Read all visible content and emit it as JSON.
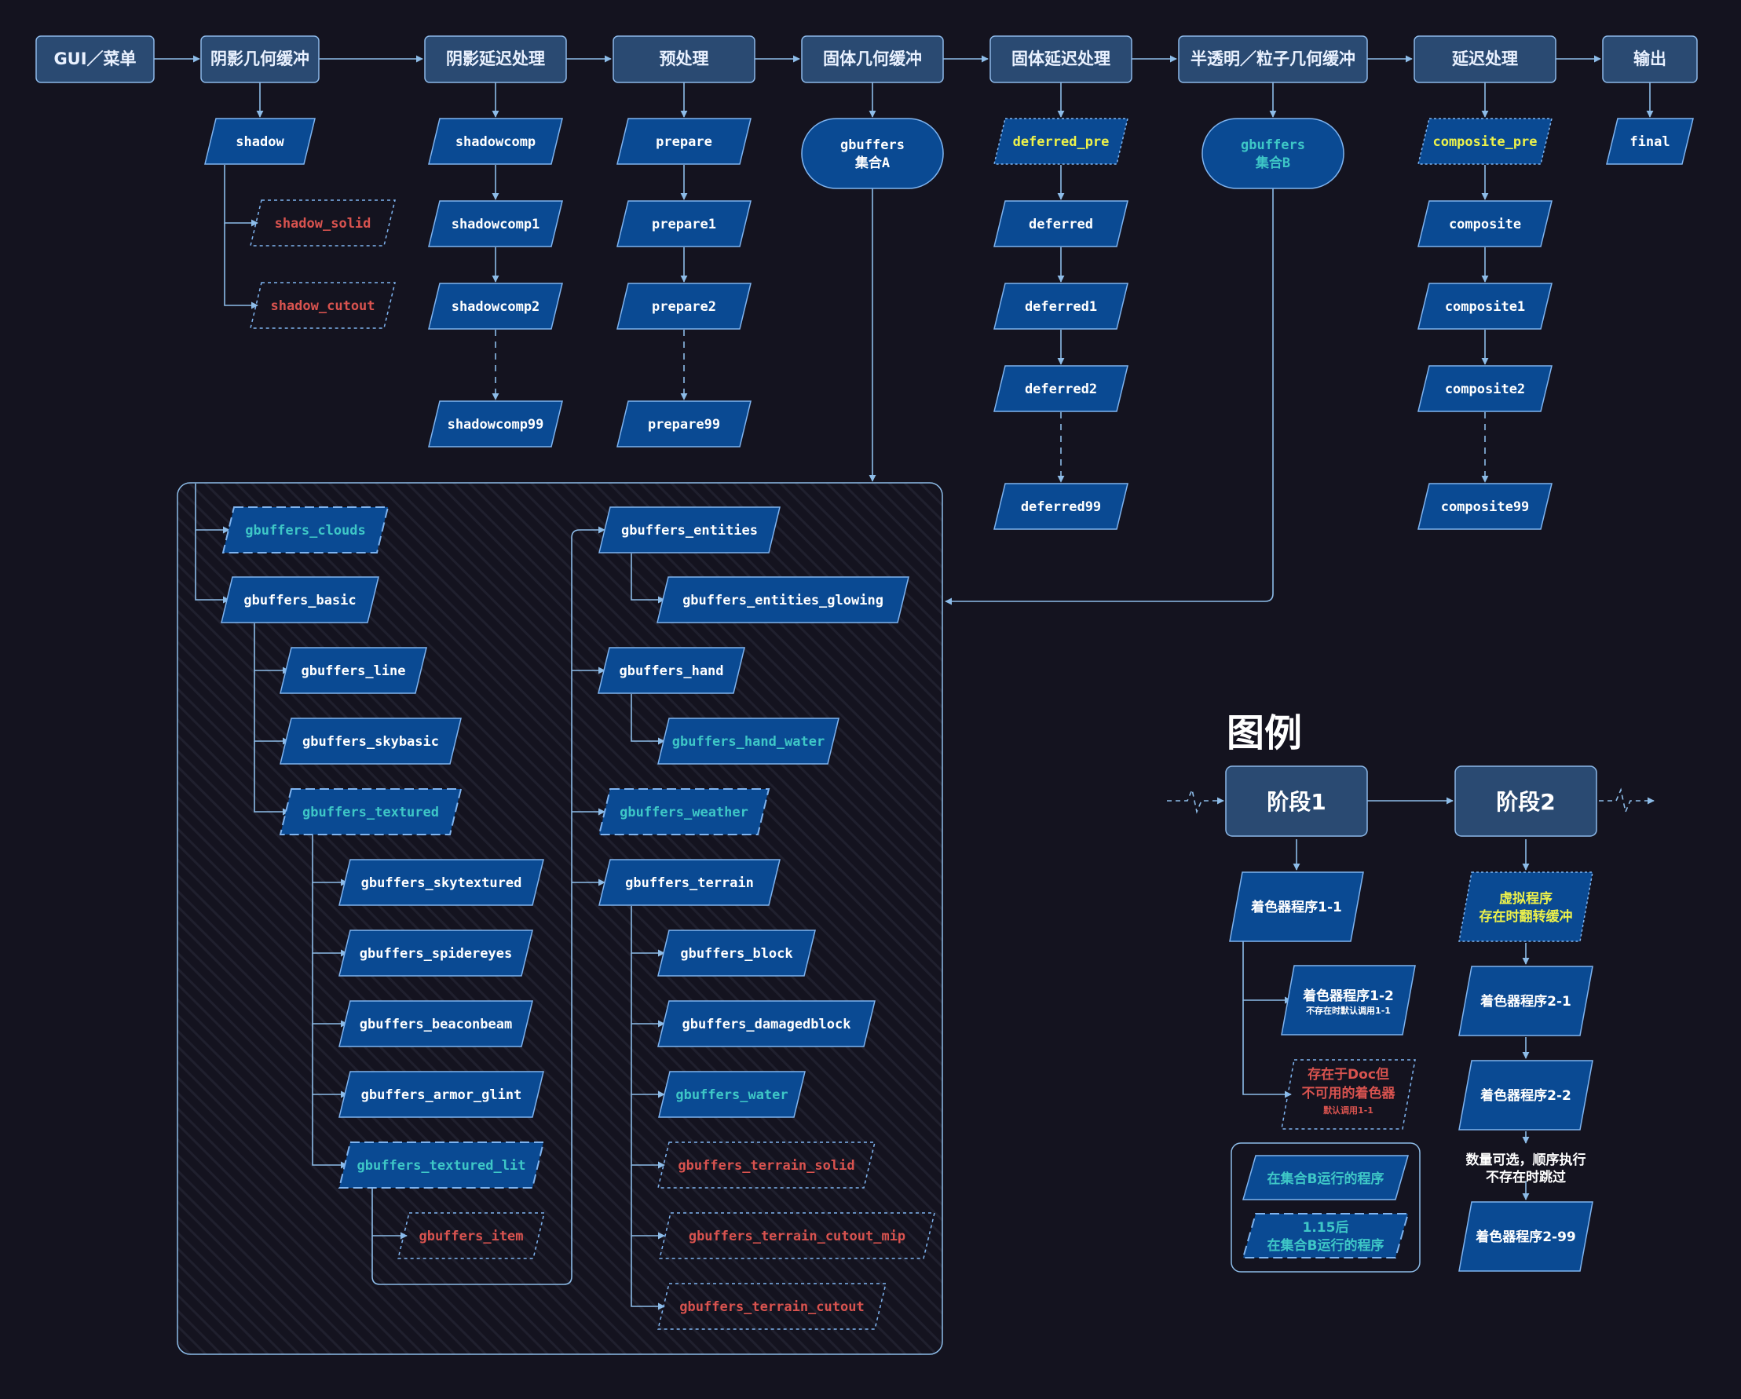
{
  "colors": {
    "background": "#14131f",
    "stage_fill": "#2a4a72",
    "stage_stroke": "#8cb8e8",
    "prog_fill": "#0a4a93",
    "prog_stroke": "#7fb4f0",
    "prog_text": "#ffffff",
    "teal_text": "#3ec7c7",
    "yellow_text": "#eef24a",
    "red_text": "#d9534f",
    "arrow": "#8dbce8"
  },
  "stages": {
    "gui": "GUI／菜单",
    "shadow_gbuffer": "阴影几何缓冲",
    "shadow_deferred": "阴影延迟处理",
    "prepare": "预处理",
    "solid_gbuffer": "固体几何缓冲",
    "solid_deferred": "固体延迟处理",
    "translucent_gbuffer": "半透明／粒子几何缓冲",
    "deferred": "延迟处理",
    "output": "输出"
  },
  "programs": {
    "shadow": "shadow",
    "shadow_solid": "shadow_solid",
    "shadow_cutout": "shadow_cutout",
    "shadowcomp": "shadowcomp",
    "shadowcomp1": "shadowcomp1",
    "shadowcomp2": "shadowcomp2",
    "shadowcomp99": "shadowcomp99",
    "prepare": "prepare",
    "prepare1": "prepare1",
    "prepare2": "prepare2",
    "prepare99": "prepare99",
    "gbuffers_a_line1": "gbuffers",
    "gbuffers_a_line2": "集合A",
    "deferred_pre": "deferred_pre",
    "deferred": "deferred",
    "deferred1": "deferred1",
    "deferred2": "deferred2",
    "deferred99": "deferred99",
    "gbuffers_b_line1": "gbuffers",
    "gbuffers_b_line2": "集合B",
    "composite_pre": "composite_pre",
    "composite": "composite",
    "composite1": "composite1",
    "composite2": "composite2",
    "composite99": "composite99",
    "final": "final",
    "gbuffers_clouds": "gbuffers_clouds",
    "gbuffers_basic": "gbuffers_basic",
    "gbuffers_line": "gbuffers_line",
    "gbuffers_skybasic": "gbuffers_skybasic",
    "gbuffers_textured": "gbuffers_textured",
    "gbuffers_skytextured": "gbuffers_skytextured",
    "gbuffers_spidereyes": "gbuffers_spidereyes",
    "gbuffers_beaconbeam": "gbuffers_beaconbeam",
    "gbuffers_armor_glint": "gbuffers_armor_glint",
    "gbuffers_textured_lit": "gbuffers_textured_lit",
    "gbuffers_item": "gbuffers_item",
    "gbuffers_entities": "gbuffers_entities",
    "gbuffers_entities_glowing": "gbuffers_entities_glowing",
    "gbuffers_hand": "gbuffers_hand",
    "gbuffers_hand_water": "gbuffers_hand_water",
    "gbuffers_weather": "gbuffers_weather",
    "gbuffers_terrain": "gbuffers_terrain",
    "gbuffers_block": "gbuffers_block",
    "gbuffers_damagedblock": "gbuffers_damagedblock",
    "gbuffers_water": "gbuffers_water",
    "gbuffers_terrain_solid": "gbuffers_terrain_solid",
    "gbuffers_terrain_cutout_mip": "gbuffers_terrain_cutout_mip",
    "gbuffers_terrain_cutout": "gbuffers_terrain_cutout"
  },
  "legend": {
    "title": "图例",
    "stage1": "阶段1",
    "stage2": "阶段2",
    "shader_1_1": "着色器程序1-1",
    "shader_1_2": "着色器程序1-2",
    "shader_1_2_note": "不存在时默认调用1-1",
    "doc_line1": "存在于Doc但",
    "doc_line2": "不可用的着色器",
    "doc_note": "默认调用1-1",
    "virtual_line1": "虚拟程序",
    "virtual_line2": "存在时翻转缓冲",
    "shader_2_1": "着色器程序2-1",
    "shader_2_2": "着色器程序2-2",
    "optional_line1": "数量可选，顺序执行",
    "optional_line2": "不存在时跳过",
    "shader_2_99": "着色器程序2-99",
    "set_b": "在集合B运行的程序",
    "after_115_line1": "1.15后",
    "after_115_line2": "在集合B运行的程序"
  }
}
